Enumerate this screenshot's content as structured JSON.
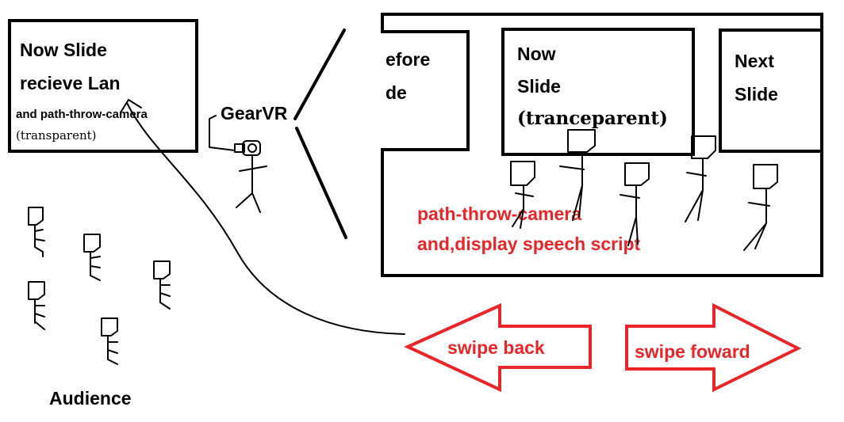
{
  "colors": {
    "ink": "#000000",
    "accent_red": "#e8262a",
    "background": "#ffffff"
  },
  "presenter_screen": {
    "line1": "Now Slide",
    "line2": "recieve Lan",
    "line3": "and path-throw-camera",
    "line4": "(transparent)"
  },
  "device_label": "GearVR",
  "headset_view": {
    "before_slide_line1": "efore",
    "before_slide_line2": "de",
    "now_slide_line1": "Now",
    "now_slide_line2": "Slide",
    "now_slide_line3": "(tranceparent)",
    "next_slide_line1": "Next",
    "next_slide_line2": "Slide",
    "caption_line1": "path-throw-camera",
    "caption_line2": "and,display speech script"
  },
  "gestures": {
    "swipe_back": "swipe back",
    "swipe_forward": "swipe foward"
  },
  "audience_label": "Audience",
  "icons": {
    "stick_figure": "stick-figure-icon",
    "vr_headset": "vr-headset-icon",
    "arrow_left": "arrow-left-icon",
    "arrow_right": "arrow-right-icon"
  }
}
